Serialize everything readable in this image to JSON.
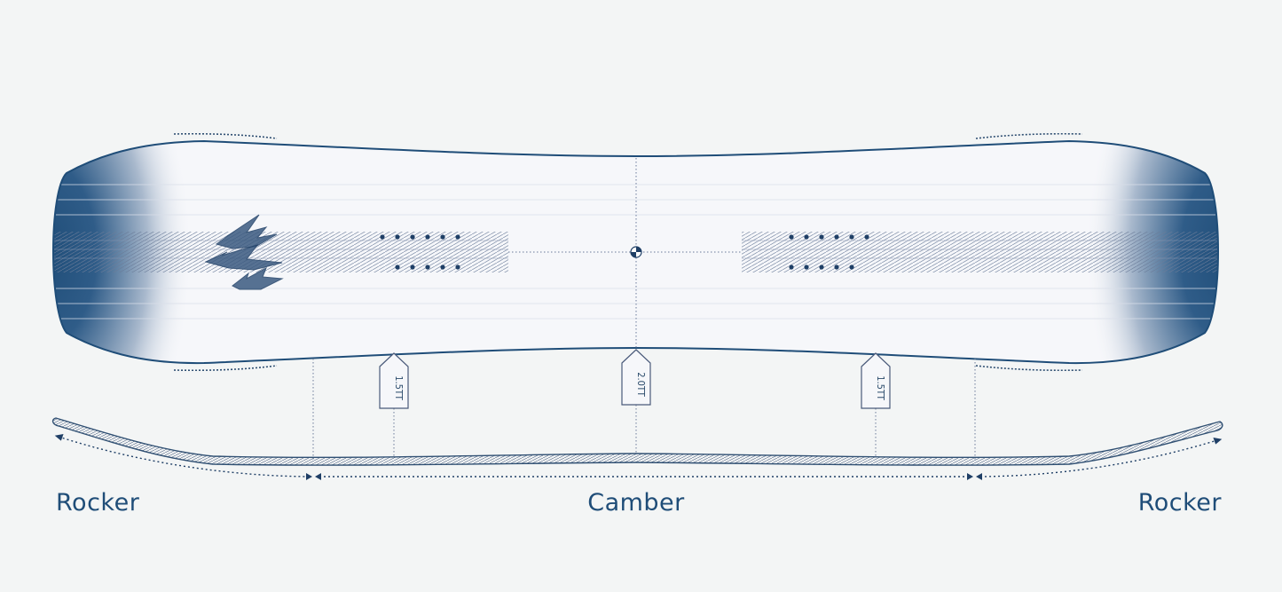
{
  "diagram": {
    "profile_labels": {
      "left": "Rocker",
      "center": "Camber",
      "right": "Rocker"
    },
    "camber_tags": [
      {
        "label": "1.5TT"
      },
      {
        "label": "2.0TT"
      },
      {
        "label": "1.5TT"
      }
    ],
    "colors": {
      "background": "#f3f5f5",
      "board_blue": "#1f4d78",
      "board_light": "#f6f7fa",
      "line": "#4a5a7a"
    },
    "icons": {
      "logo": "jones-logo-icon",
      "center_mark": "center-mark-icon"
    }
  }
}
